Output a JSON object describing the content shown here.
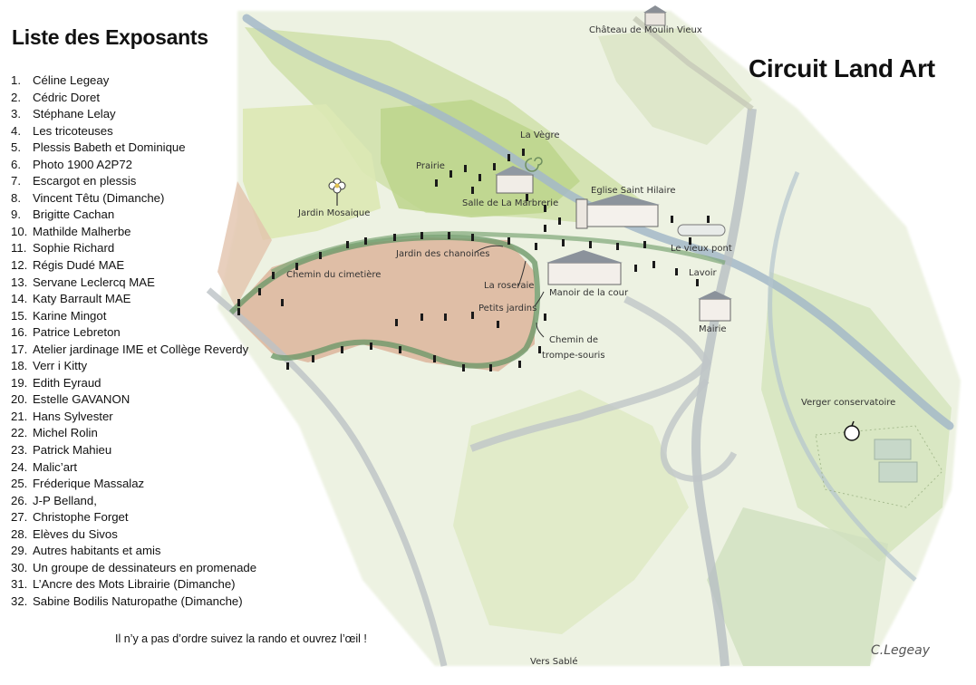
{
  "list_title": "Liste des Exposants",
  "main_title": "Circuit Land Art",
  "exhibitors": [
    {
      "num": "1.",
      "name": "Céline Legeay"
    },
    {
      "num": "2.",
      "name": "Cédric Doret"
    },
    {
      "num": "3.",
      "name": "Stéphane Lelay"
    },
    {
      "num": "4.",
      "name": "Les tricoteuses"
    },
    {
      "num": "5.",
      "name": "Plessis Babeth et Dominique"
    },
    {
      "num": "6.",
      "name": "Photo 1900 A2P72"
    },
    {
      "num": "7.",
      "name": "Escargot en plessis"
    },
    {
      "num": "8.",
      "name": "Vincent Têtu (Dimanche)"
    },
    {
      "num": "9.",
      "name": "Brigitte Cachan"
    },
    {
      "num": "10.",
      "name": "Mathilde Malherbe"
    },
    {
      "num": "11.",
      "name": "Sophie Richard"
    },
    {
      "num": "12.",
      "name": "Régis Dudé MAE"
    },
    {
      "num": "13.",
      "name": "Servane Leclercq MAE"
    },
    {
      "num": "14.",
      "name": "Katy Barrault MAE"
    },
    {
      "num": "15.",
      "name": "Karine Mingot"
    },
    {
      "num": "16.",
      "name": "Patrice Lebreton"
    },
    {
      "num": "17.",
      "name": "Atelier jardinage IME et Collège Reverdy"
    },
    {
      "num": "18.",
      "name": "Verr i Kitty"
    },
    {
      "num": "19.",
      "name": "Edith Eyraud"
    },
    {
      "num": "20.",
      "name": "Estelle GAVANON"
    },
    {
      "num": "21.",
      "name": "Hans Sylvester"
    },
    {
      "num": "22.",
      "name": "Michel Rolin"
    },
    {
      "num": "23.",
      "name": "Patrick Mahieu"
    },
    {
      "num": "24.",
      "name": "Malic’art"
    },
    {
      "num": "25.",
      "name": "Fréderique Massalaz"
    },
    {
      "num": "26.",
      "name": "J-P Belland,"
    },
    {
      "num": "27.",
      "name": "Christophe Forget"
    },
    {
      "num": "28.",
      "name": "Elèves du Sivos"
    },
    {
      "num": "29.",
      "name": "Autres habitants et amis"
    },
    {
      "num": "30.",
      "name": "Un groupe de dessinateurs en promenade"
    },
    {
      "num": "31.",
      "name": "L’Ancre des Mots Librairie (Dimanche)"
    },
    {
      "num": "32.",
      "name": "Sabine Bodilis Naturopathe (Dimanche)"
    }
  ],
  "footer_note": "Il n’y a pas d’ordre suivez la rando et ouvrez l’œil !",
  "signature": "C.Legeay",
  "map_labels": {
    "chateau": "Château de Moulin Vieux",
    "la_vegre": "La Vègre",
    "prairie": "Prairie",
    "salle_marbrerie": "Salle de La Marbrerie",
    "eglise": "Eglise Saint Hilaire",
    "jardin_mosaique": "Jardin Mosaique",
    "jardin_chanoines": "Jardin des chanoines",
    "chemin_cimetiere": "Chemin du cimetière",
    "vieux_pont": "Le vieux pont",
    "lavoir": "Lavoir",
    "roseraie": "La roseraie",
    "manoir": "Manoir de la cour",
    "petits_jardins": "Petits jardins",
    "mairie": "Mairie",
    "chemin_trompe_1": "Chemin de",
    "chemin_trompe_2": "trompe-souris",
    "verger": "Verger conservatoire",
    "vers_sable": "Vers Sablé"
  },
  "colors": {
    "meadow": "#c9dea0",
    "meadow_light": "#dde9c2",
    "field": "#d9b59c",
    "river": "#9fb4c6",
    "road": "#b6bdc1",
    "path": "#6f9a6a",
    "marker": "#1a1a1a"
  }
}
